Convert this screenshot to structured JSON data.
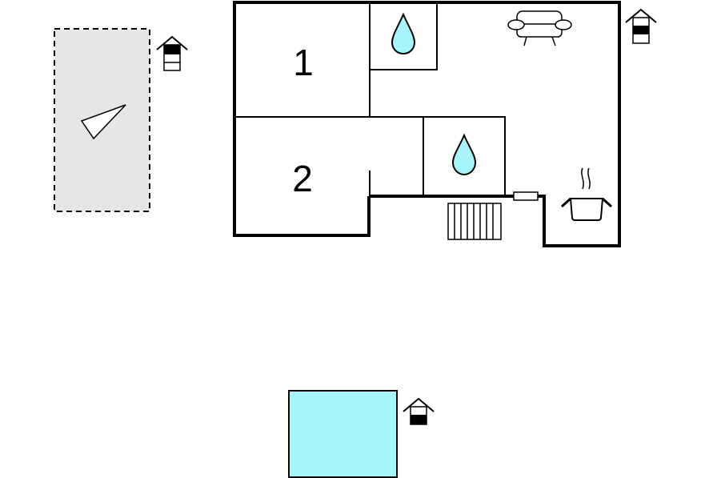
{
  "rooms": [
    {
      "label": "1"
    },
    {
      "label": "2"
    }
  ],
  "icons": {
    "bathroom": "water-drop-icon",
    "living": "sofa-icon",
    "kitchen": "cooking-pot-icon",
    "stairs": "stairs-icon",
    "floor_indicator": "house-floor-icon",
    "terrace": "terrace-icon",
    "pool": "pool"
  },
  "colors": {
    "water": "#a8f4fb",
    "terrace_fill": "#e6e6e6",
    "stroke": "#000000",
    "background": "#ffffff"
  }
}
